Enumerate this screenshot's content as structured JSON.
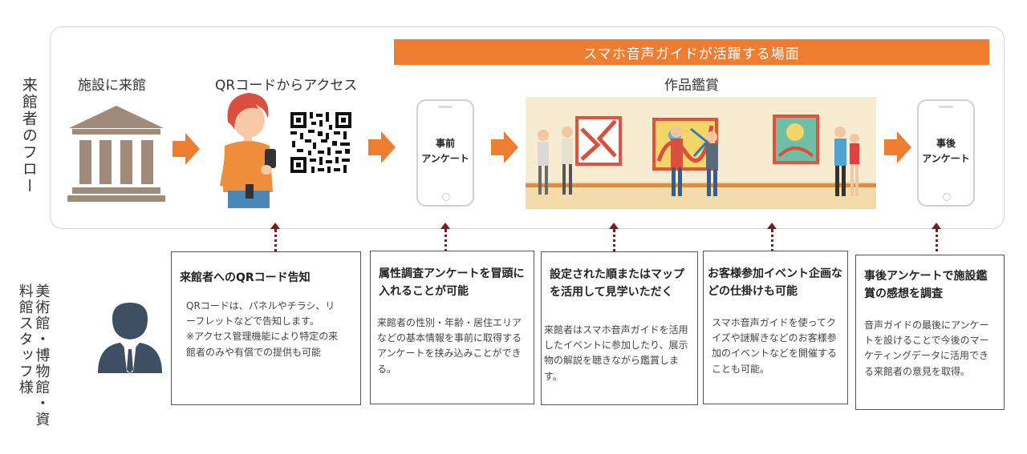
{
  "flow_label": "来館者のフロー",
  "staff_label": "美術館・博物館・資料館スタッフ様",
  "banner": "スマホ音声ガイドが活躍する場面",
  "steps": {
    "facility": "施設に来館",
    "qr_access": "QRコードからアクセス",
    "appreciation": "作品鑑賞"
  },
  "phones": {
    "pre_survey": "事前\nアンケート",
    "post_survey": "事後\nアンケート"
  },
  "cards": [
    {
      "title": "来館者へのQRコード告知",
      "body": "QRコードは、パネルやチラシ、リーフレットなどで告知します。\n※アクセス管理機能により特定の来館者のみや有償での提供も可能"
    },
    {
      "title": "属性調査アンケートを冒頭に入れることが可能",
      "body": "来館者の性別・年齢・居住エリアなどの基本情報を事前に取得するアンケートを挟み込みことができる。"
    },
    {
      "title": "設定された順またはマップを活用して見学いただく",
      "body": "来館者はスマホ音声ガイドを活用したイベントに参加したり、展示物の解説を聴きながら鑑賞します。"
    },
    {
      "title": "お客様参加イベント企画などの仕掛けも可能",
      "body": "スマホ音声ガイドを使ってクイズや謎解きなどのお客様参加のイベントなどを開催することも可能。"
    },
    {
      "title": "事後アンケートで施設鑑賞の感想を調査",
      "body": "音声ガイドの最後にアンケートを設けることで今後のマーケティングデータに活用できる来館者の意見を取得。"
    }
  ],
  "colors": {
    "accent": "#ed7d31",
    "building": "#a08a79",
    "connector": "#7b1a1a",
    "staff_icon": "#3e4f63"
  },
  "icons": [
    "museum-building-icon",
    "person-with-phone-icon",
    "qr-code-icon",
    "smartphone-icon",
    "gallery-scene-icon",
    "staff-person-icon",
    "arrow-right-icon"
  ]
}
